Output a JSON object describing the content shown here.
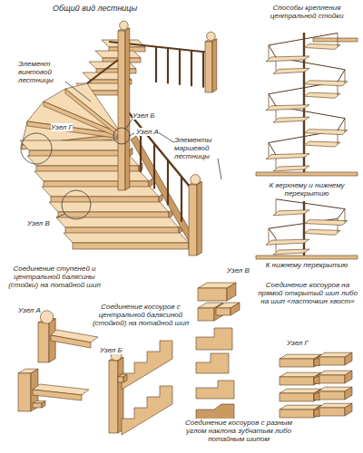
{
  "diagram": {
    "title": "Общий вид лестницы",
    "labels": [
      "Способы крепления центральной стойки",
      "Элемент винтовой лестницы",
      "Узел Г",
      "Узел Б",
      "Узел А",
      "Элементы маршевой лестницы",
      "Узел В",
      "К верхнему и нижнему перекрытию",
      "К нижнему перекрытию",
      "Соединение ступеней и центральной балясины (стойки) на потайной шип",
      "Узел А",
      "Соединение косоуров с центральной балясиной (стойкой) на потайной шип",
      "Узел Б",
      "Узел В",
      "Соединение косоуров на прямой открытый шип либо на шип «ласточкин хвост»",
      "Узел Г",
      "Соединение косоуров с разным углом наклона зубчатым либо потайным шипом"
    ]
  }
}
